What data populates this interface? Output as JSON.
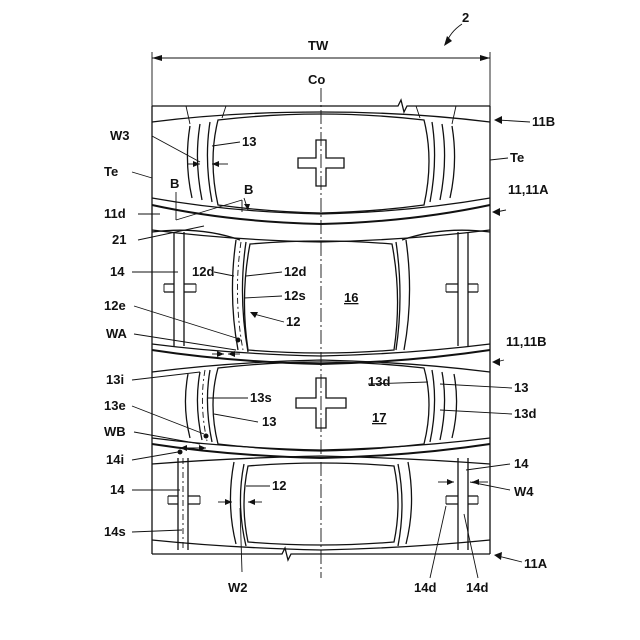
{
  "figure": {
    "reference_numeral": "2",
    "labels": {
      "tw": "TW",
      "co": "Co",
      "te_left": "Te",
      "te_right": "Te",
      "w3": "W3",
      "b_left": "B",
      "b_right": "B",
      "l11d": "11d",
      "l21": "21",
      "l11b_top": "11B",
      "l11_11a_top": "11,11A",
      "l11_11b_mid": "11,11B",
      "l11a_bottom": "11A",
      "l13_top": "13",
      "l14_left_upper": "14",
      "l12d_a": "12d",
      "l12d_b": "12d",
      "l12s": "12s",
      "l12_upper": "12",
      "l16": "16",
      "l12e": "12e",
      "wa": "WA",
      "l13i": "13i",
      "l13s": "13s",
      "l13d_a": "13d",
      "l13_mid_right": "13",
      "l13d_b": "13d",
      "l17": "17",
      "l13e": "13e",
      "l13_mid_center": "13",
      "wb": "WB",
      "l14i": "14i",
      "l14_right": "14",
      "l14_left_lower": "14",
      "l12_lower": "12",
      "w4": "W4",
      "l14s": "14s",
      "w2": "W2",
      "l14d_a": "14d",
      "l14d_b": "14d"
    }
  }
}
